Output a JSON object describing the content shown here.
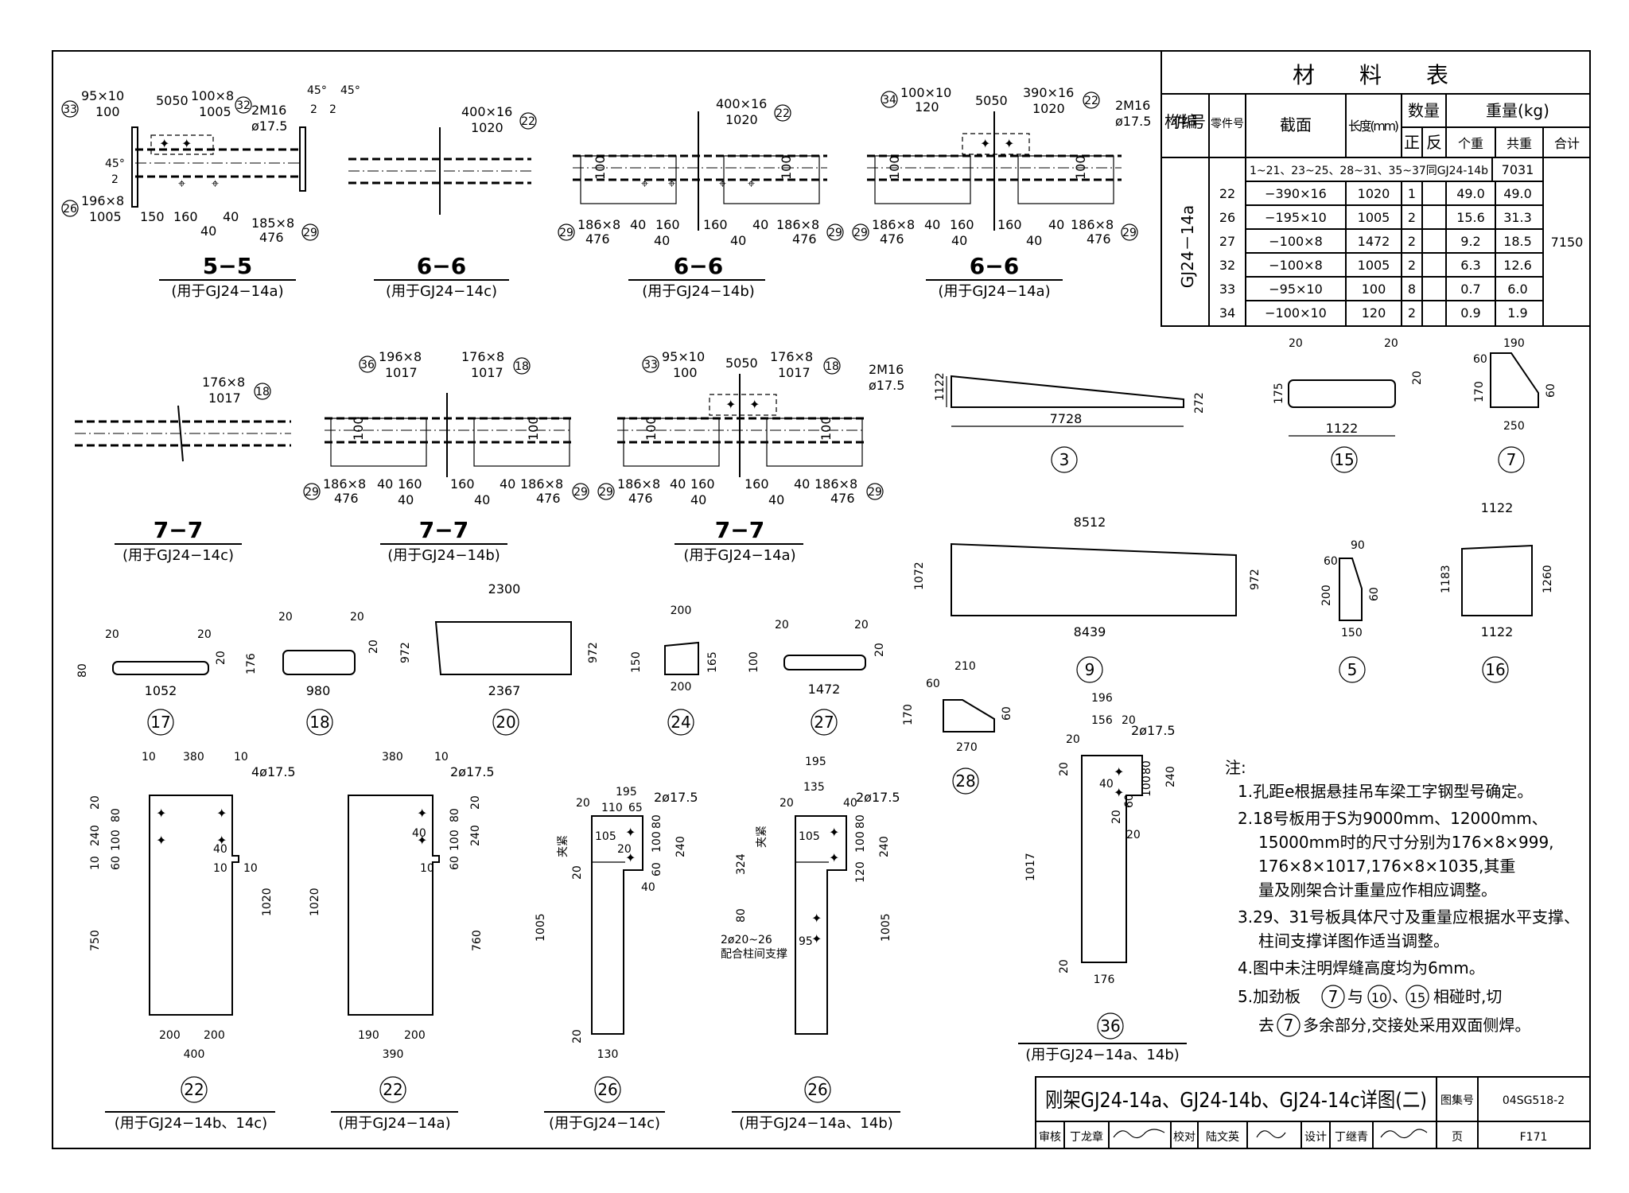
{
  "material_table": {
    "title": "材　料　表",
    "headers": {
      "member_no": "构件编号",
      "part_no": "零件号",
      "section": "截面",
      "length": "长度(mm)",
      "qty": "数量",
      "qty_pos": "正",
      "qty_neg": "反",
      "weight": "重量(kg)",
      "w_each": "个重",
      "w_total": "共重",
      "w_sum": "合计"
    },
    "member": "GJ24－14a",
    "ref_row": {
      "text": "1~21、23~25、28~31、35~37同GJ24-14b",
      "total": "7031"
    },
    "grand_total": "7150",
    "rows": [
      {
        "part": "22",
        "section": "−390×16",
        "length": "1020",
        "pos": "1",
        "neg": "",
        "each": "49.0",
        "total": "49.0"
      },
      {
        "part": "26",
        "section": "−195×10",
        "length": "1005",
        "pos": "2",
        "neg": "",
        "each": "15.6",
        "total": "31.3"
      },
      {
        "part": "27",
        "section": "−100×8",
        "length": "1472",
        "pos": "2",
        "neg": "",
        "each": "9.2",
        "total": "18.5"
      },
      {
        "part": "32",
        "section": "−100×8",
        "length": "1005",
        "pos": "2",
        "neg": "",
        "each": "6.3",
        "total": "12.6"
      },
      {
        "part": "33",
        "section": "−95×10",
        "length": "100",
        "pos": "8",
        "neg": "",
        "each": "0.7",
        "total": "6.0"
      },
      {
        "part": "34",
        "section": "−100×10",
        "length": "120",
        "pos": "2",
        "neg": "",
        "each": "0.9",
        "total": "1.9"
      }
    ]
  },
  "sections": [
    {
      "title": "5−5",
      "caption": "(用于GJ24−14a)"
    },
    {
      "title": "6−6",
      "caption": "(用于GJ24−14c)"
    },
    {
      "title": "6−6",
      "caption": "(用于GJ24−14b)"
    },
    {
      "title": "6−6",
      "caption": "(用于GJ24−14a)"
    },
    {
      "title": "7−7",
      "caption": "(用于GJ24−14c)"
    },
    {
      "title": "7−7",
      "caption": "(用于GJ24−14b)"
    },
    {
      "title": "7−7",
      "caption": "(用于GJ24−14a)"
    }
  ],
  "plate_captions": {
    "p22b": "(用于GJ24−14b、14c)",
    "p22a": "(用于GJ24−14a)",
    "p26c": "(用于GJ24−14c)",
    "p26ab": "(用于GJ24−14a、14b)",
    "p36": "(用于GJ24−14a、14b)"
  },
  "dims": {
    "p95x10": "95×10",
    "p100": "100",
    "p5050": "5050",
    "p100x8": "100×8",
    "p1005": "1005",
    "p2M16": "2M16",
    "phi175": "ø17.5",
    "p45": "45°",
    "p2": "2",
    "p196x8": "196×8",
    "p150": "150",
    "p160": "160",
    "p40": "40",
    "p185x8": "185×8",
    "p476": "476",
    "p400x16": "400×16",
    "p1020": "1020",
    "p186x8": "186×8",
    "p100x10": "100×10",
    "p120": "120",
    "p390x16": "390×16",
    "p176x8": "176×8",
    "p1017": "1017",
    "p7728": "7728",
    "p1122": "1122",
    "p272": "272",
    "p20": "20",
    "p175": "175",
    "p190": "190",
    "p60": "60",
    "p170": "170",
    "p250": "250",
    "p8512": "8512",
    "p1072": "1072",
    "p972": "972",
    "p8439": "8439",
    "p90": "90",
    "p200": "200",
    "p1183": "1183",
    "p1260": "1260",
    "p80": "80",
    "p1052": "1052",
    "p176": "176",
    "p980": "980",
    "p2300": "2300",
    "p2367": "2367",
    "p165": "165",
    "p1472": "1472",
    "p210": "210",
    "p270": "270",
    "p196": "196",
    "p156": "156",
    "p2phi175": "2ø17.5",
    "p240": "240",
    "p10": "10",
    "p380": "380",
    "p4phi175": "4ø17.5",
    "p750": "750",
    "p760": "760",
    "p400": "400",
    "p390": "390",
    "p195": "195",
    "p110": "110",
    "p65": "65",
    "p105": "105",
    "p130": "130",
    "p135": "135",
    "p324": "324",
    "p2phi2026": "2ø20~26",
    "p95": "95",
    "jiajin": "夹紧",
    "brace": "配合柱间支撑"
  },
  "notes": {
    "head": "注:",
    "items": [
      "1.孔距e根据悬挂吊车梁工字钢型号确定。",
      "2.18号板用于S为9000mm、12000mm、",
      "15000mm时的尺寸分别为176×8×999,",
      "176×8×1017,176×8×1035,其重",
      "量及刚架合计重量应作相应调整。",
      "3.29、31号板具体尺寸及重量应根据水平支撑、",
      "柱间支撑详图作适当调整。",
      "4.图中未注明焊缝高度均为6mm。",
      "5.加劲板",
      "与",
      "、",
      "相碰时,切",
      "去",
      "多余部分,交接处采用双面侧焊。"
    ]
  },
  "title_block": {
    "title": "刚架GJ24-14a、GJ24-14b、GJ24-14c详图(二)",
    "atlas_label": "图集号",
    "atlas_no": "04SG518-2",
    "page_label": "页",
    "page_no": "F171",
    "review_label": "审核",
    "reviewer": "丁龙章",
    "check_label": "校对",
    "checker": "陆文英",
    "design_label": "设计",
    "designer": "丁继青"
  }
}
